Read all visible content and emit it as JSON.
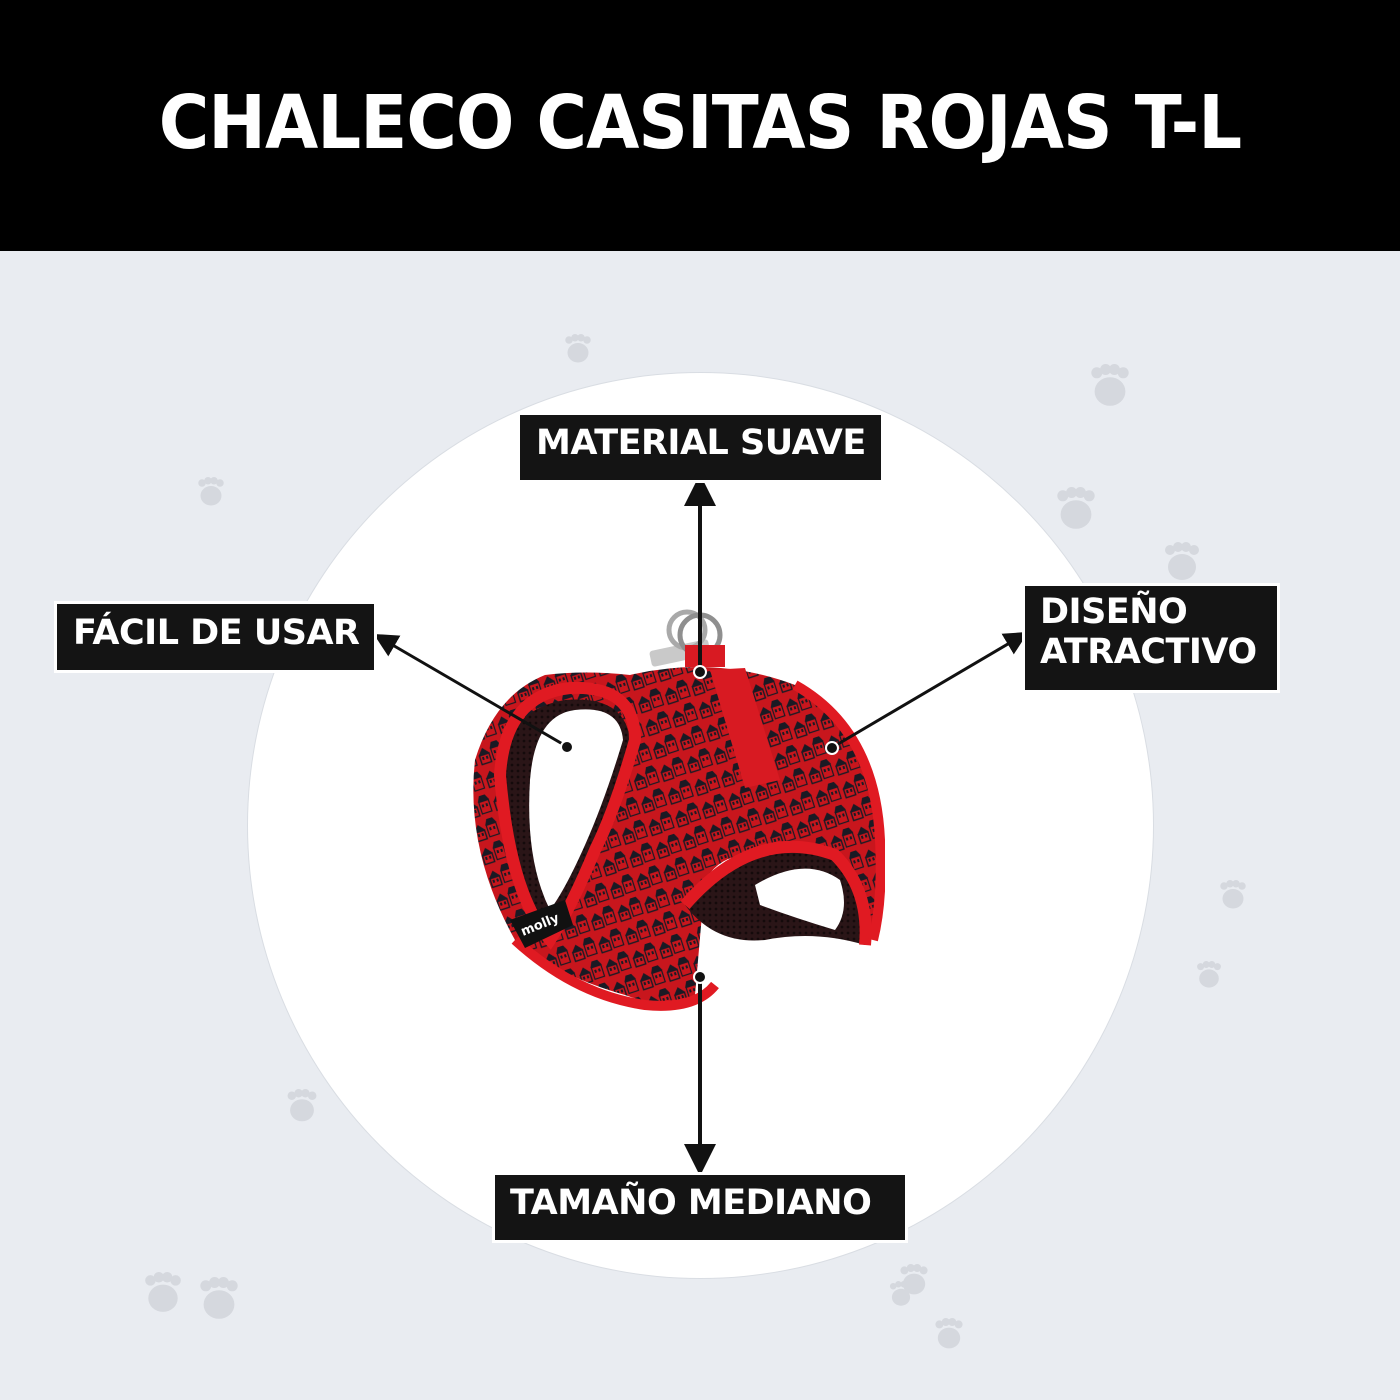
{
  "header": {
    "title": "CHALECO CASITAS ROJAS T-L"
  },
  "colors": {
    "header_bg": "#000000",
    "page_bg": "#e9ecf1",
    "circle_bg": "#ffffff",
    "label_bg": "#141414",
    "label_text": "#ffffff",
    "paw_color": "#d5d8de",
    "harness_red": "#d8141c",
    "pattern_dark": "#1a1a24"
  },
  "features": [
    {
      "id": "material",
      "label": "MATERIAL SUAVE",
      "direction": "up"
    },
    {
      "id": "facil",
      "label": "FÁCIL DE USAR",
      "direction": "up-left"
    },
    {
      "id": "diseno",
      "line1": "DISEÑO",
      "line2": "ATRACTIVO",
      "direction": "up-right"
    },
    {
      "id": "tamano",
      "label": "TAMAÑO MEDIANO",
      "direction": "down"
    }
  ],
  "product": {
    "name": "red-houses-pattern-dog-harness",
    "brand_tag": "molly"
  }
}
